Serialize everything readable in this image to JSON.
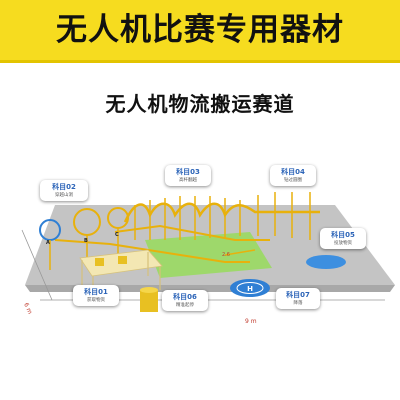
{
  "banner": {
    "title": "无人机比赛专用器材"
  },
  "subtitle": "无人机物流搬运赛道",
  "callouts": [
    {
      "title": "科目02",
      "sub": "穿越山洞"
    },
    {
      "title": "科目03",
      "sub": "高杆翻越"
    },
    {
      "title": "科目04",
      "sub": "钻过圆圈"
    },
    {
      "title": "科目05",
      "sub": "投放物资"
    },
    {
      "title": "科目01",
      "sub": "获取物资"
    },
    {
      "title": "科目06",
      "sub": "精准起停"
    },
    {
      "title": "科目07",
      "sub": "降落"
    }
  ],
  "points": {
    "a": "A",
    "b": "B",
    "c": "C"
  },
  "helipad_label": "H",
  "dimensions": {
    "width": "6 m",
    "length": "9 m",
    "gate": "2.6"
  },
  "colors": {
    "banner": "#f6dc1f",
    "track": "#e8b10c",
    "floor": "#c4c4c4",
    "green_zone": "#9ed86b",
    "blue_pad": "#3d8fe0",
    "callout_title": "#2c64b8"
  }
}
